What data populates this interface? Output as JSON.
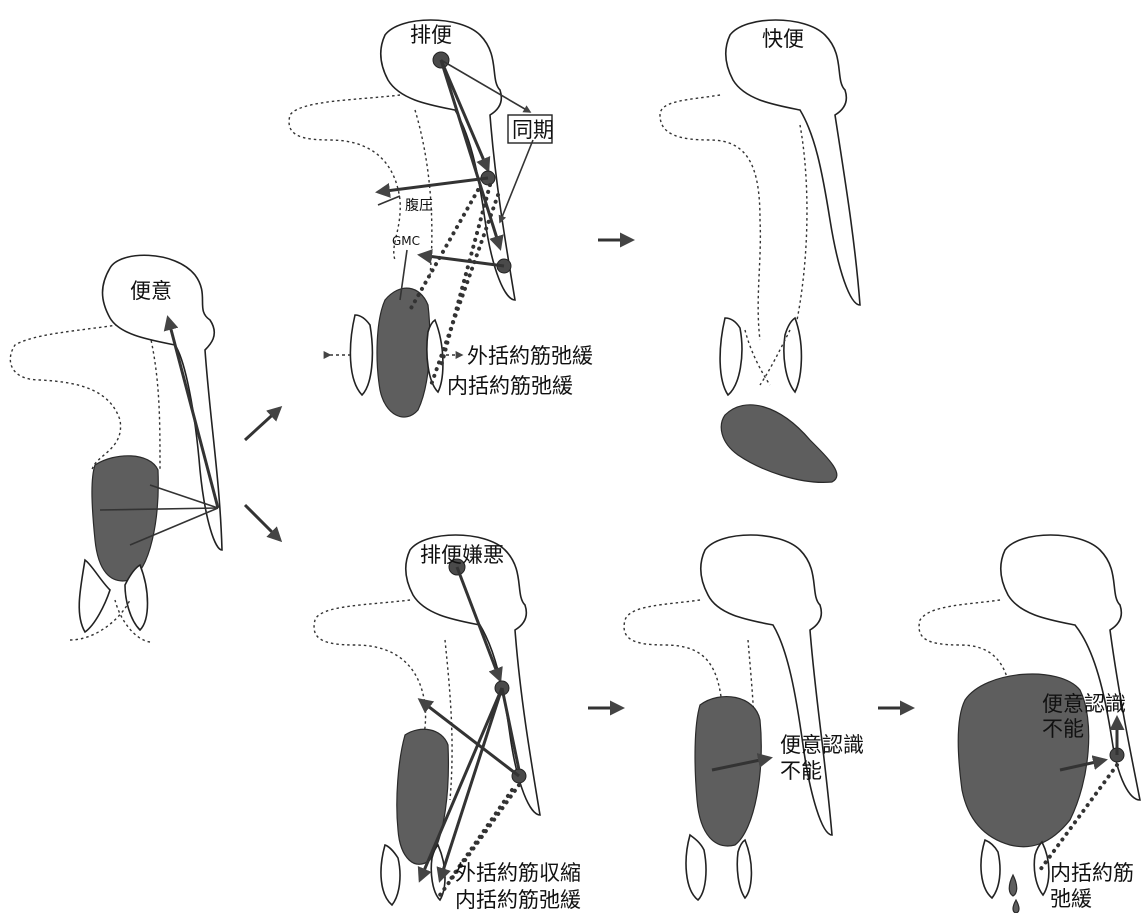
{
  "labels": {
    "urge": "便意",
    "defecation": "排便",
    "sync": "同期",
    "abdominal_pressure": "腹圧",
    "gmc": "GMC",
    "ext_relax": "外括約筋弛緩",
    "int_relax": "内括約筋弛緩",
    "comfort": "快便",
    "aversion": "排便嫌悪",
    "ext_contract": "外括約筋収縮",
    "int_relax_2": "内括約筋弛緩",
    "unrecognized_a": "便意認識",
    "unrecognized_b": "不能",
    "unrecognized_c": "便意認識",
    "unrecognized_d": "不能",
    "int_sphincter_a": "内括約筋",
    "int_sphincter_b": "弛緩"
  },
  "colors": {
    "mass": "#5e5e5e",
    "line": "#333333",
    "background": "#ffffff"
  }
}
